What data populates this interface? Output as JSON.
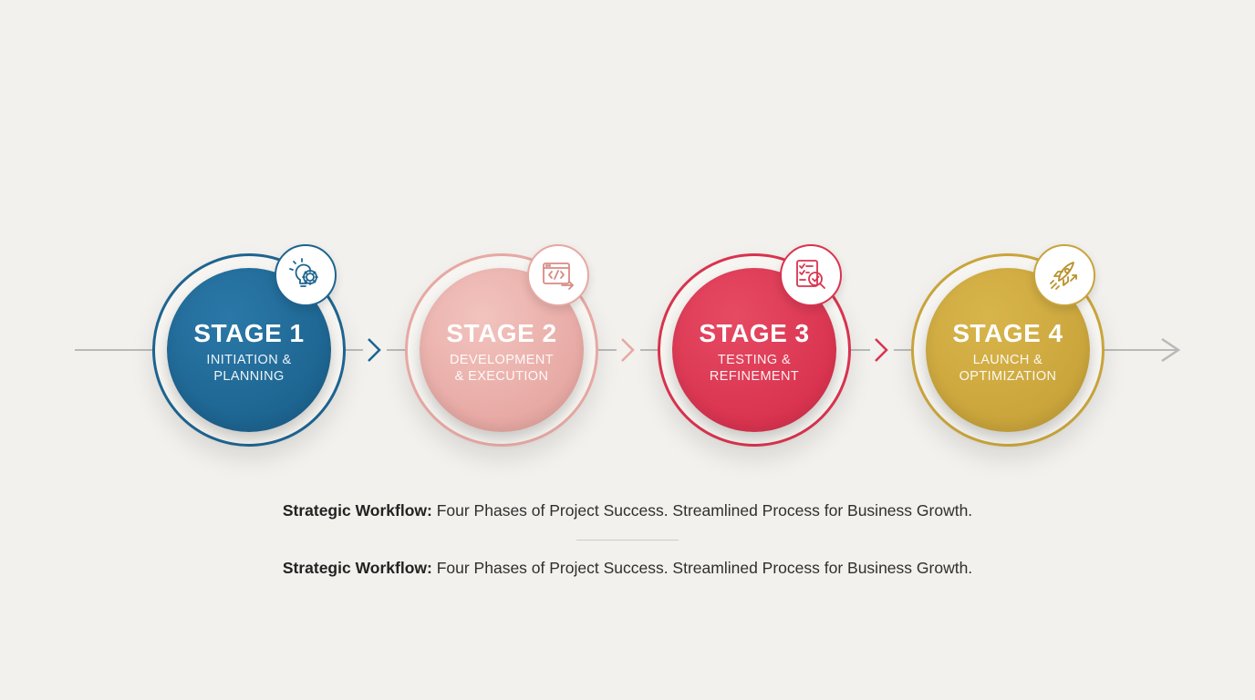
{
  "colors": {
    "background": "#f2f1ed",
    "connector": "#b9b9b9",
    "stage_1": "#1d6490",
    "stage_2": "#e7a8a3",
    "stage_3": "#d9334f",
    "stage_4": "#c9a43b"
  },
  "stages": [
    {
      "title": "STAGE 1",
      "subtitle": "INITIATION &\nPLANNING",
      "icon": "lightbulb-gear-icon"
    },
    {
      "title": "STAGE 2",
      "subtitle": "DEVELOPMENT\n& EXECUTION",
      "icon": "code-window-icon"
    },
    {
      "title": "STAGE 3",
      "subtitle": "TESTING &\nREFINEMENT",
      "icon": "checklist-magnifier-icon"
    },
    {
      "title": "STAGE 4",
      "subtitle": "LAUNCH &\nOPTIMIZATION",
      "icon": "rocket-icon"
    }
  ],
  "captions": [
    {
      "bold": "Strategic Workflow:",
      "text": " Four Phases of Project Success. Streamlined Process for Business Growth."
    },
    {
      "bold": "Strategic Workflow:",
      "text": " Four Phases of Project Success. Streamlined Process for Business Growth."
    }
  ]
}
